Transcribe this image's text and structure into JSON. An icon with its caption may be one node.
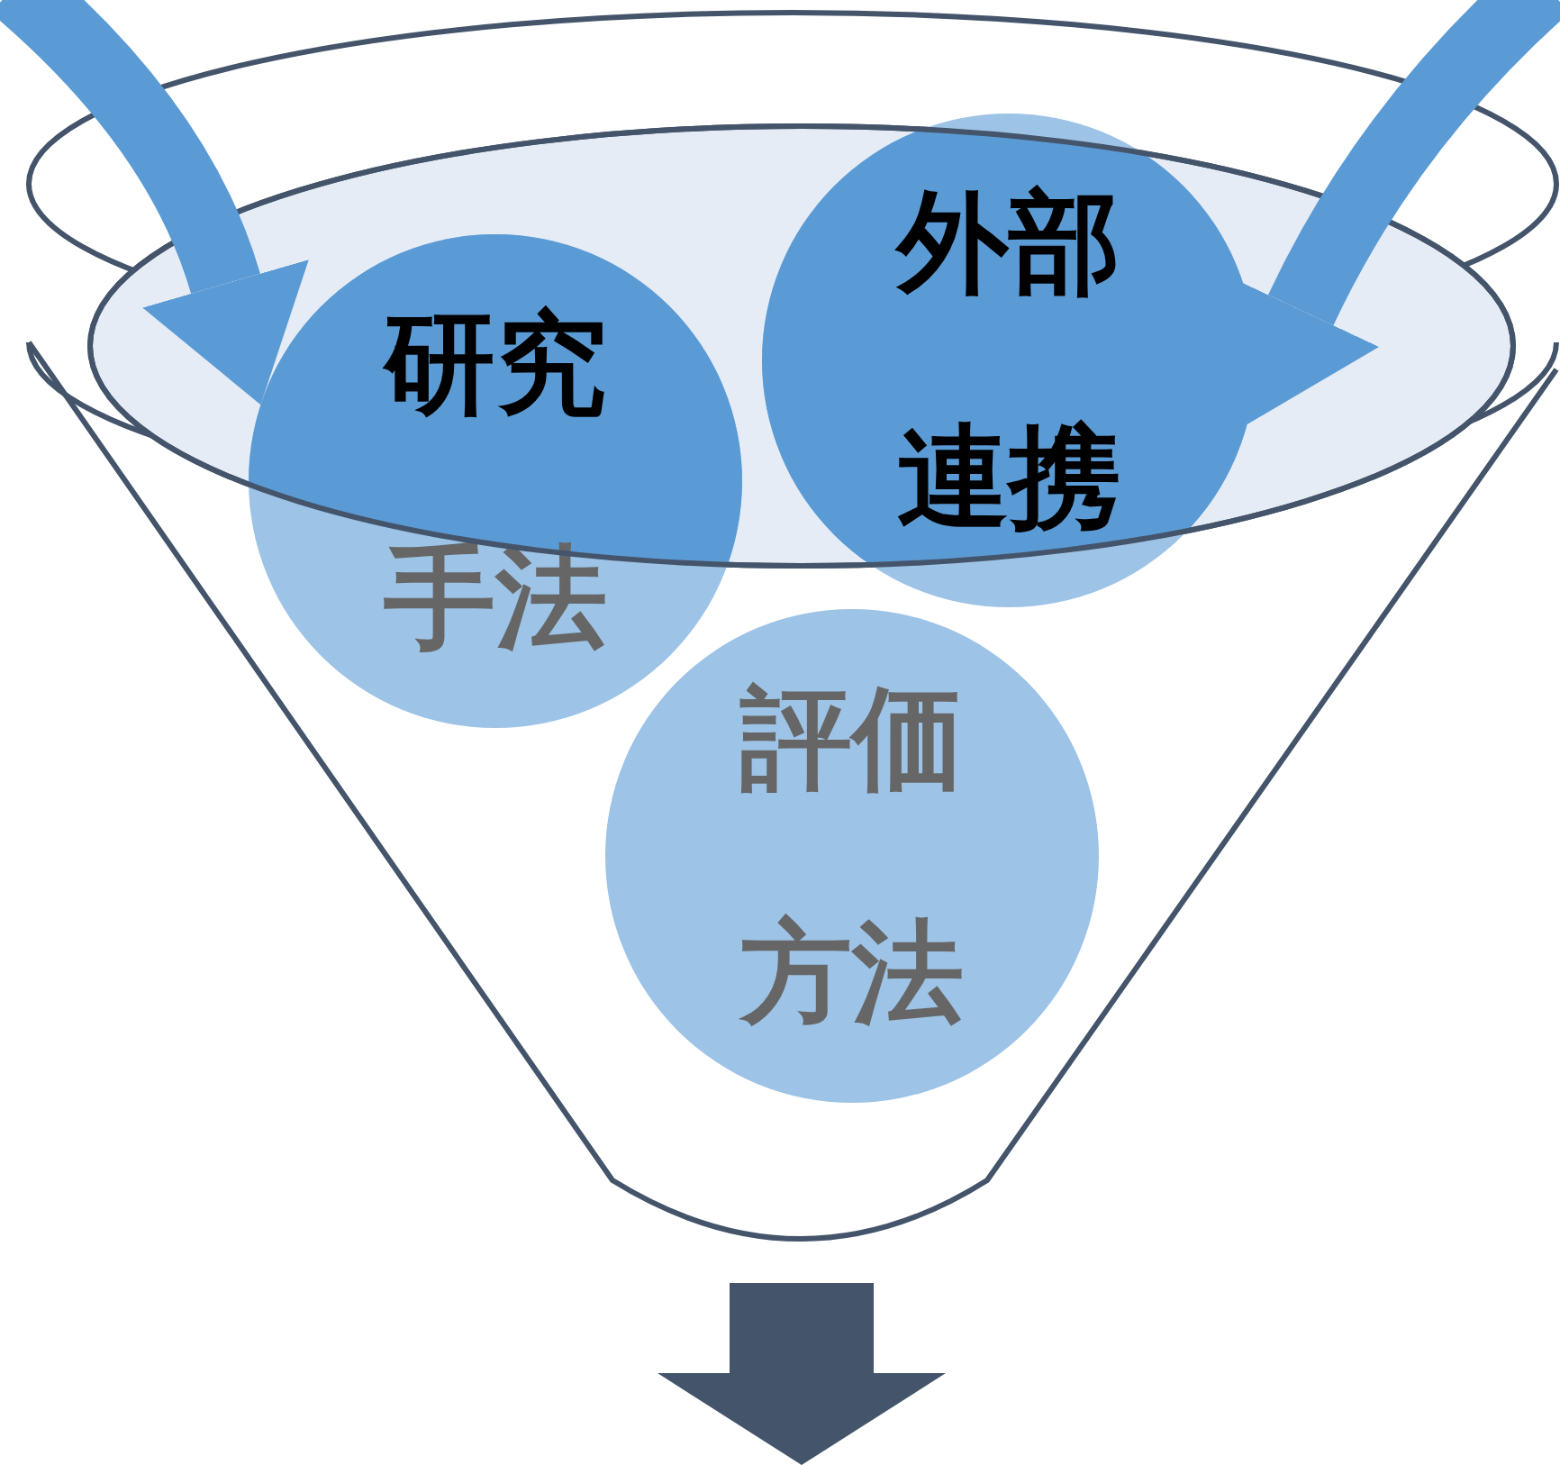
{
  "diagram": {
    "nodes": [
      {
        "text": [],
        "shape": "funnel"
      },
      {
        "text": [
          "研究手法"
        ]
      },
      {
        "text": [
          "外部連携"
        ]
      },
      {
        "text": [
          "評価方法"
        ],
        "in": 0
      }
    ],
    "edges": [
      {
        "from": null,
        "to": 1,
        "arrow": "to"
      },
      {
        "from": null,
        "to": 2,
        "arrow": "to"
      }
    ]
  }
}
